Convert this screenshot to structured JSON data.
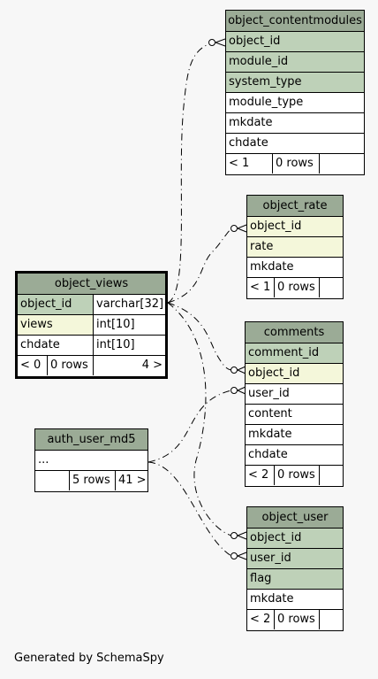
{
  "tables": {
    "object_contentmodules": {
      "name": "object_contentmodules",
      "columns": [
        "object_id",
        "module_id",
        "system_type",
        "module_type",
        "mkdate",
        "chdate"
      ],
      "footer": [
        "< 1",
        "0 rows",
        ""
      ]
    },
    "object_rate": {
      "name": "object_rate",
      "columns": [
        "object_id",
        "rate",
        "mkdate"
      ],
      "footer": [
        "< 1",
        "0 rows",
        ""
      ]
    },
    "object_views": {
      "name": "object_views",
      "rows": [
        {
          "name": "object_id",
          "type": "varchar[32]"
        },
        {
          "name": "views",
          "type": "int[10]"
        },
        {
          "name": "chdate",
          "type": "int[10]"
        }
      ],
      "footer": [
        "< 0",
        "0 rows",
        "4 >"
      ]
    },
    "comments": {
      "name": "comments",
      "columns": [
        "comment_id",
        "object_id",
        "user_id",
        "content",
        "mkdate",
        "chdate"
      ],
      "footer": [
        "< 2",
        "0 rows",
        ""
      ]
    },
    "auth_user_md5": {
      "name": "auth_user_md5",
      "columns": [
        "..."
      ],
      "footer": [
        "",
        "5 rows",
        "41 >"
      ]
    },
    "object_user": {
      "name": "object_user",
      "columns": [
        "object_id",
        "user_id",
        "flag",
        "mkdate"
      ],
      "footer": [
        "< 2",
        "0 rows",
        ""
      ]
    }
  },
  "footer_note": "Generated by SchemaSpy",
  "colors": {
    "header": "#9bab96",
    "primary_key": "#bed1b8",
    "foreign_key": "#f4f7da",
    "background": "#f7f7f7"
  }
}
